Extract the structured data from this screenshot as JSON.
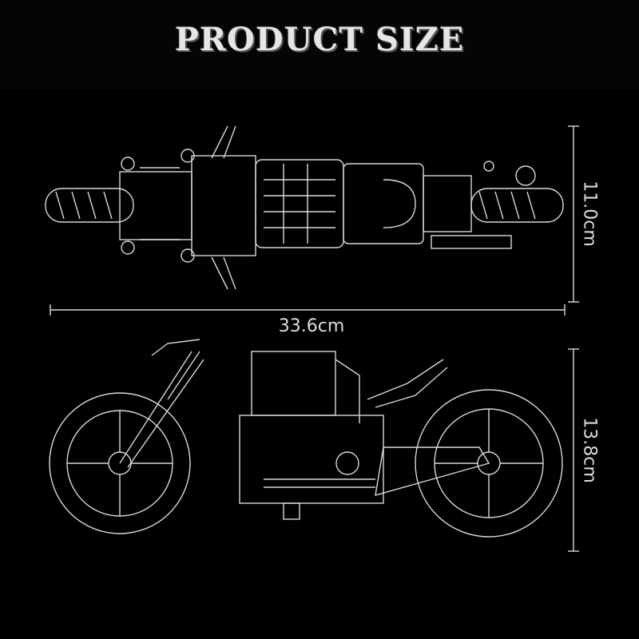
{
  "title": "PRODUCT SIZE",
  "dimensions": {
    "length": "33.6cm",
    "width": "11.0cm",
    "height": "13.8cm"
  },
  "colors": {
    "background": "#000000",
    "line": "#e0e0e0"
  }
}
